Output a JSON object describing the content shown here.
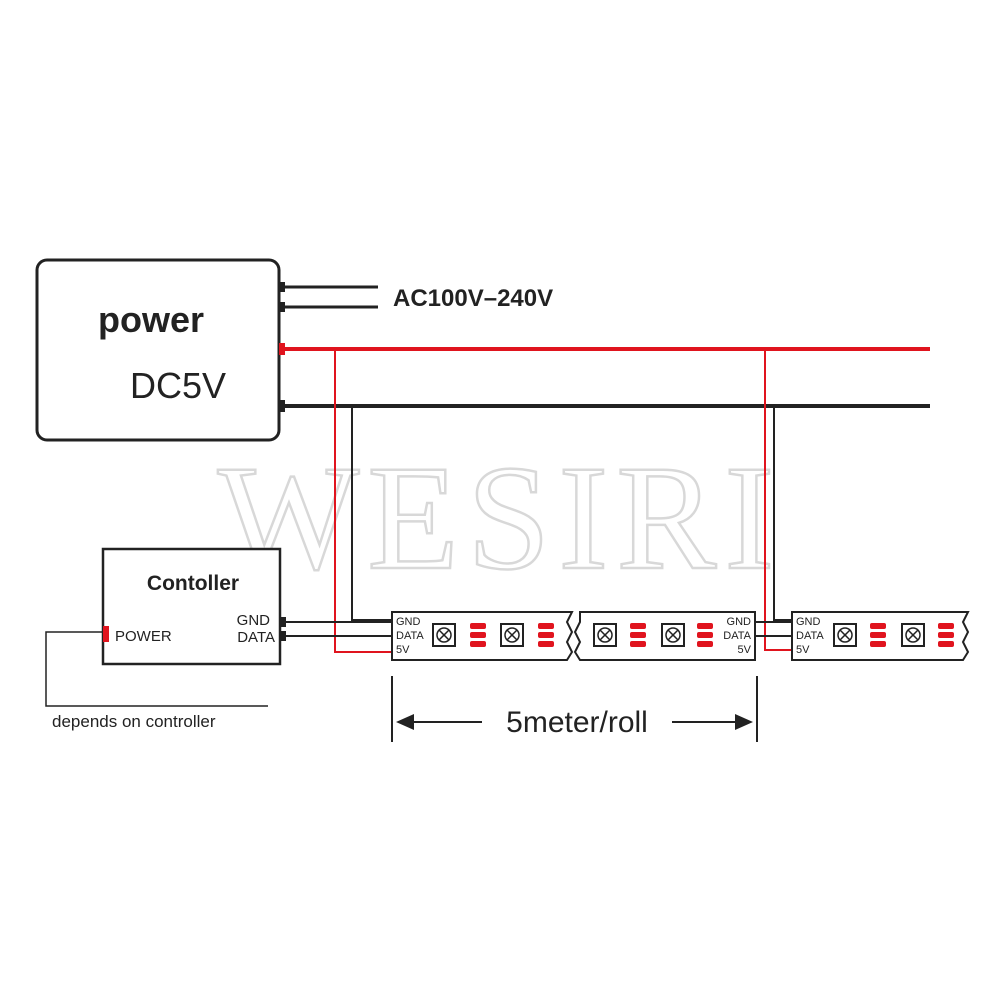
{
  "watermark": "WESIRI",
  "power_supply": {
    "title": "power",
    "voltage": "DC5V",
    "ac_input_label": "AC100V–240V"
  },
  "controller": {
    "title": "Contoller",
    "power_label": "POWER",
    "gnd_label": "GND",
    "data_label": "DATA",
    "note": "depends on controller"
  },
  "strip_pins": {
    "gnd": "GND",
    "data": "DATA",
    "v5": "5V"
  },
  "dimension_label": "5meter/roll",
  "colors": {
    "wire_black": "#222222",
    "wire_red": "#e0141e",
    "led_red": "#e0141e",
    "outline": "#222222",
    "watermark": "#dcdcdc"
  }
}
